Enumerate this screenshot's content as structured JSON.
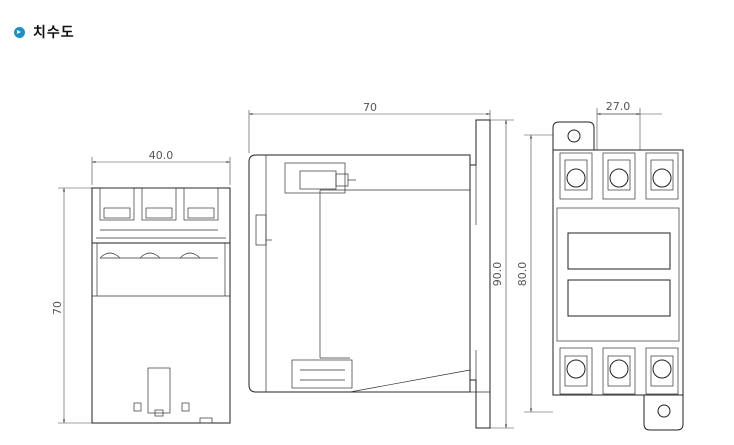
{
  "header": {
    "title": "치수도"
  },
  "dimensions": {
    "front_width": "40.0",
    "front_height": "70",
    "side_depth": "70",
    "side_height": "90.0",
    "top_width": "27.0",
    "top_height": "80.0"
  }
}
